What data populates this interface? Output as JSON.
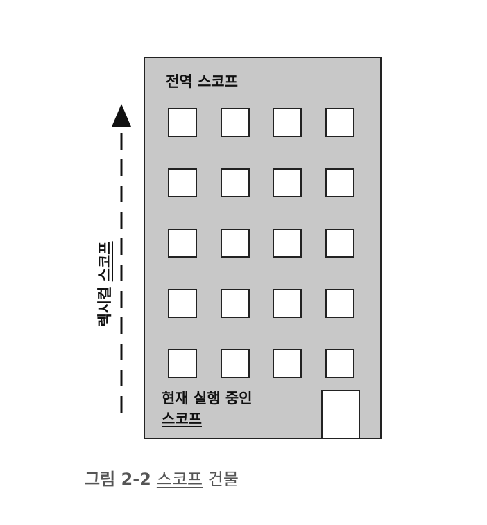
{
  "building": {
    "global_scope_label": "전역 스코프",
    "window_rows": 5,
    "window_cols": 4,
    "current_scope_line1": "현재 실행 중인",
    "current_scope_line2": "스코프"
  },
  "lexical_scope": {
    "word1": "렉시컬",
    "word2": "스코프"
  },
  "caption": {
    "number": "그림 2-2",
    "underlined": "스코프",
    "rest": "건물"
  },
  "colors": {
    "building_fill": "#c8c8c8",
    "outline": "#222222",
    "window_fill": "#ffffff",
    "caption_text": "#555555"
  }
}
